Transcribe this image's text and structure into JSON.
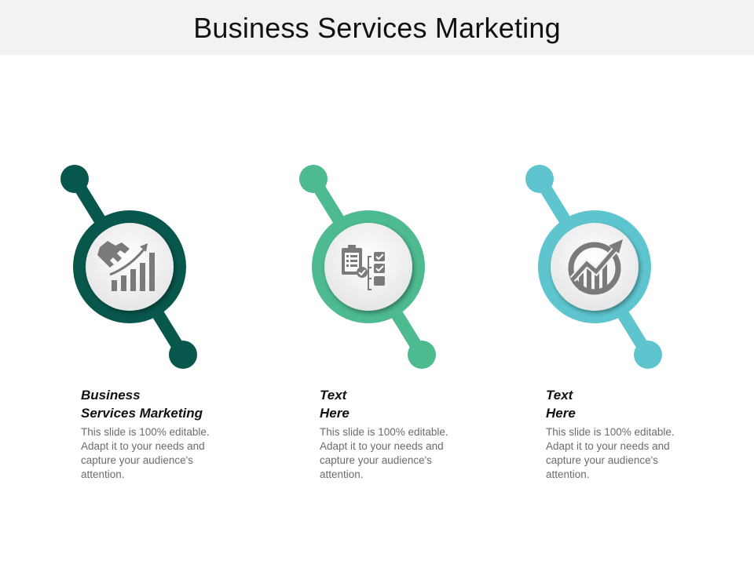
{
  "title": "Business Services Marketing",
  "colors": {
    "dark_teal": "#08574c",
    "green": "#4dba8f",
    "cyan": "#5ec5cf",
    "header_bg": "#f2f2f2",
    "icon_gray": "#7a7a7a"
  },
  "items": [
    {
      "heading_line1": "Business",
      "heading_line2": "Services Marketing",
      "body": "This slide is 100% editable. Adapt it to your needs and capture your audience's attention.",
      "icon": "handshake-growth-icon",
      "color": "#08574c"
    },
    {
      "heading_line1": "Text",
      "heading_line2": "Here",
      "body": "This slide is 100% editable. Adapt it to your needs and capture your audience's attention.",
      "icon": "checklist-icon",
      "color": "#4dba8f"
    },
    {
      "heading_line1": "Text",
      "heading_line2": "Here",
      "body": "This slide is 100% editable. Adapt it to your needs and capture your audience's attention.",
      "icon": "growth-chart-icon",
      "color": "#5ec5cf"
    }
  ]
}
